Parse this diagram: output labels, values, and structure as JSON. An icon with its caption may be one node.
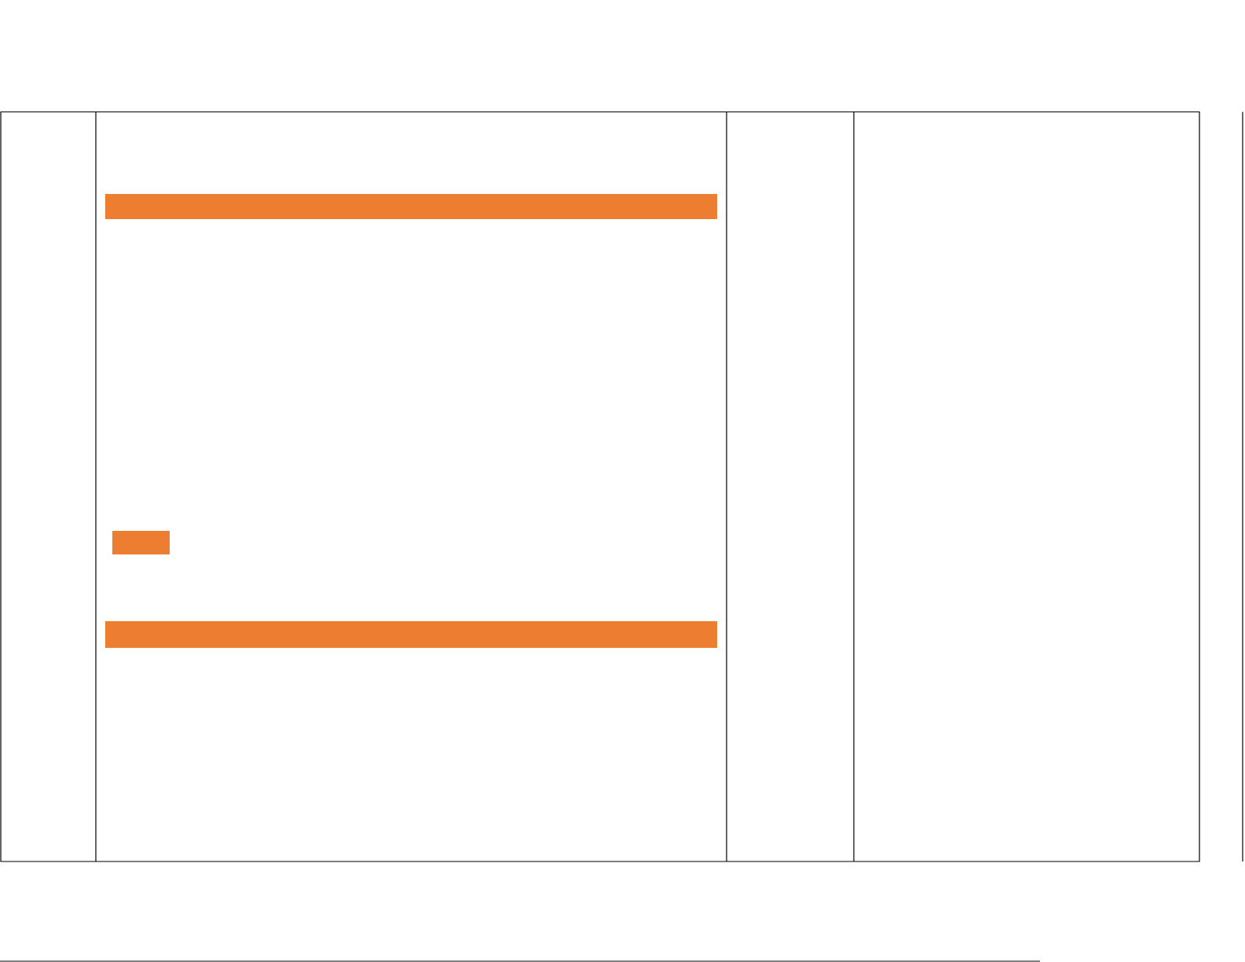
{
  "diagram": {
    "nodes": [
      {
        "text": [],
        "shape": "bar"
      },
      {
        "text": [],
        "shape": "bar"
      },
      {
        "text": [],
        "shape": "bar"
      }
    ]
  }
}
